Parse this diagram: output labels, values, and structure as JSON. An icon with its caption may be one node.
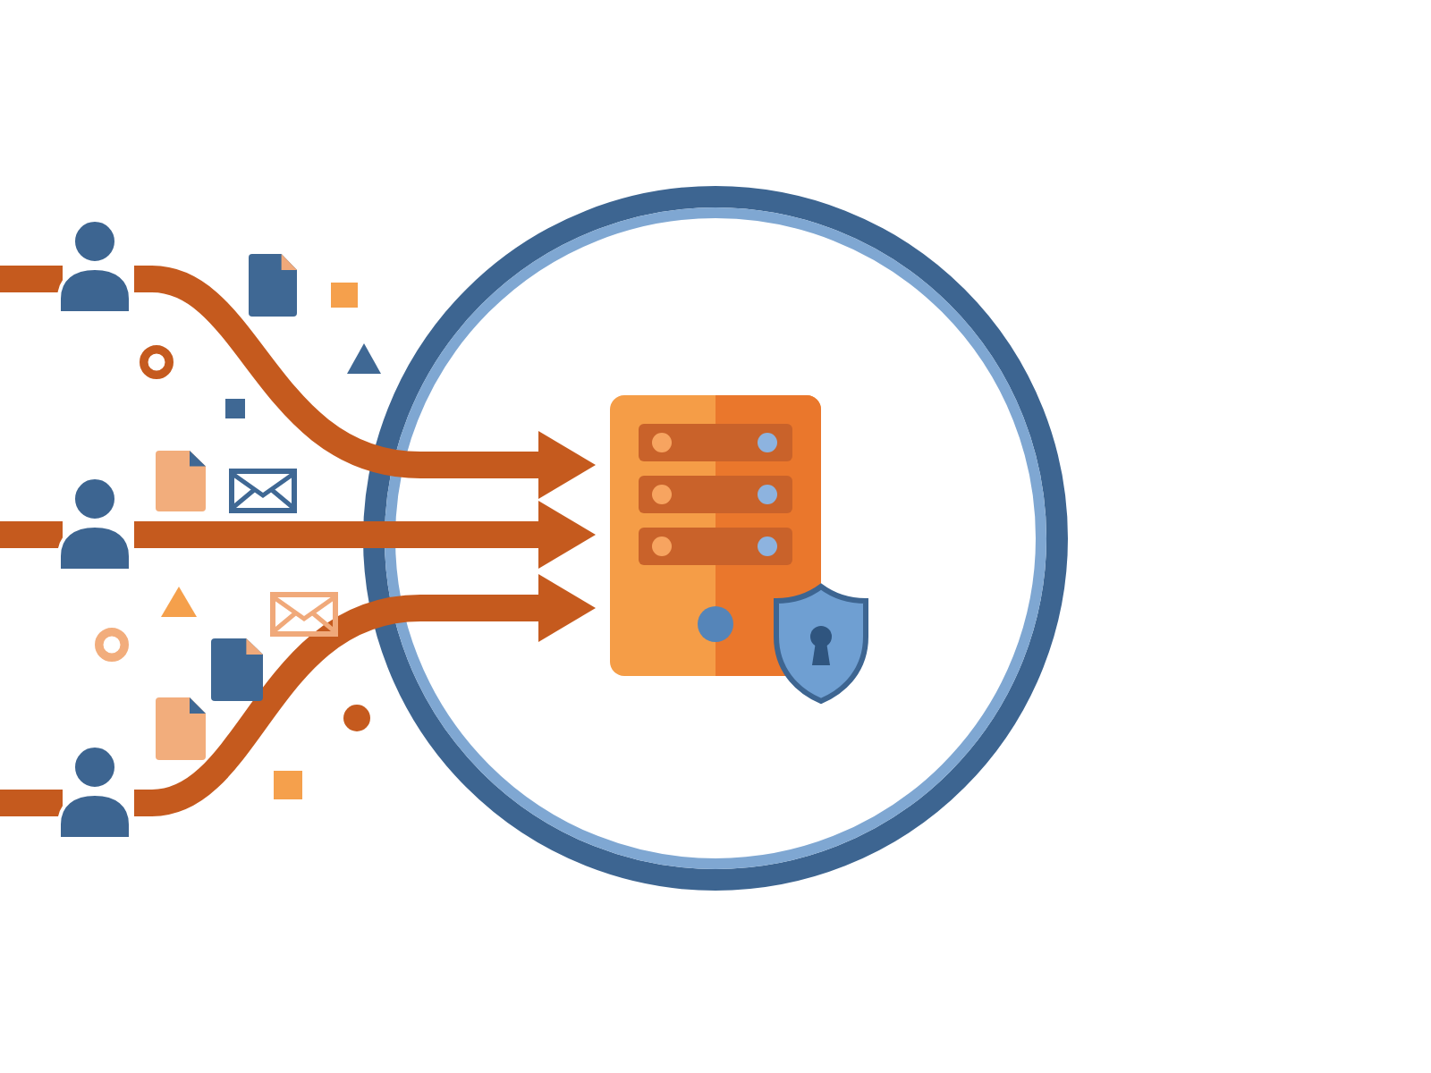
{
  "diagram": {
    "nodes": [
      {
        "text": [],
        "shape": "person"
      },
      {
        "text": [],
        "shape": "person"
      },
      {
        "text": [],
        "shape": "person"
      },
      {
        "text": [],
        "shape": "circle"
      },
      {
        "text": [],
        "shape": "picture",
        "in": 3
      },
      {
        "text": [],
        "shape": "picture",
        "in": 3
      }
    ],
    "edges": [
      {
        "from": 0,
        "to": 4,
        "arrow": "to"
      },
      {
        "from": 1,
        "to": 4,
        "arrow": "to"
      },
      {
        "from": 2,
        "to": 4,
        "arrow": "to"
      }
    ]
  }
}
